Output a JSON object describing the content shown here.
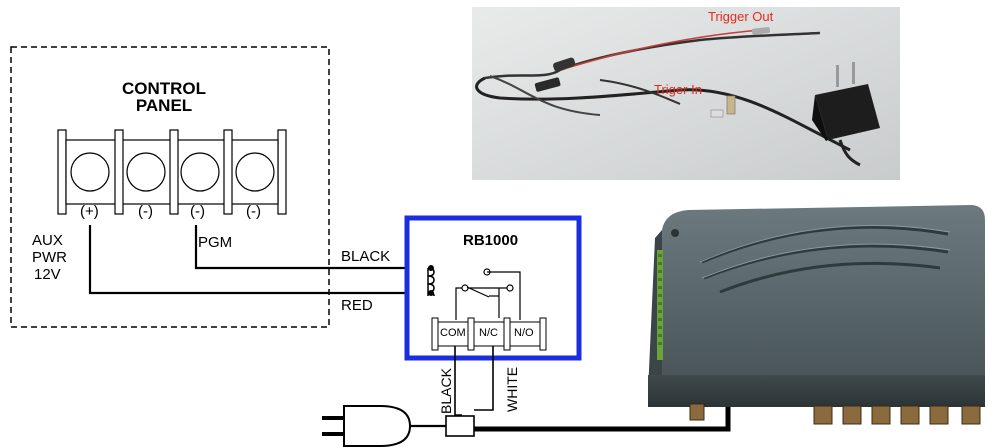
{
  "control_panel": {
    "title_line1": "CONTROL",
    "title_line2": "PANEL",
    "terminal_labels": [
      "(+)",
      "(-)",
      "(-)",
      "(-)"
    ],
    "aux_line1": "AUX",
    "aux_line2": "PWR",
    "aux_line3": "12V",
    "pgm_label": "PGM"
  },
  "wires": {
    "black_label": "BLACK",
    "red_label": "RED",
    "black_vertical": "BLACK",
    "white_vertical": "WHITE"
  },
  "relay": {
    "title": "RB1000",
    "terminals": [
      "COM",
      "N/C",
      "N/O"
    ],
    "border_color": "#1a2ee0"
  },
  "photo": {
    "trigger_out": "Trigger Out",
    "trigger_in": "Triger In",
    "label_color": "#e62a1e"
  }
}
